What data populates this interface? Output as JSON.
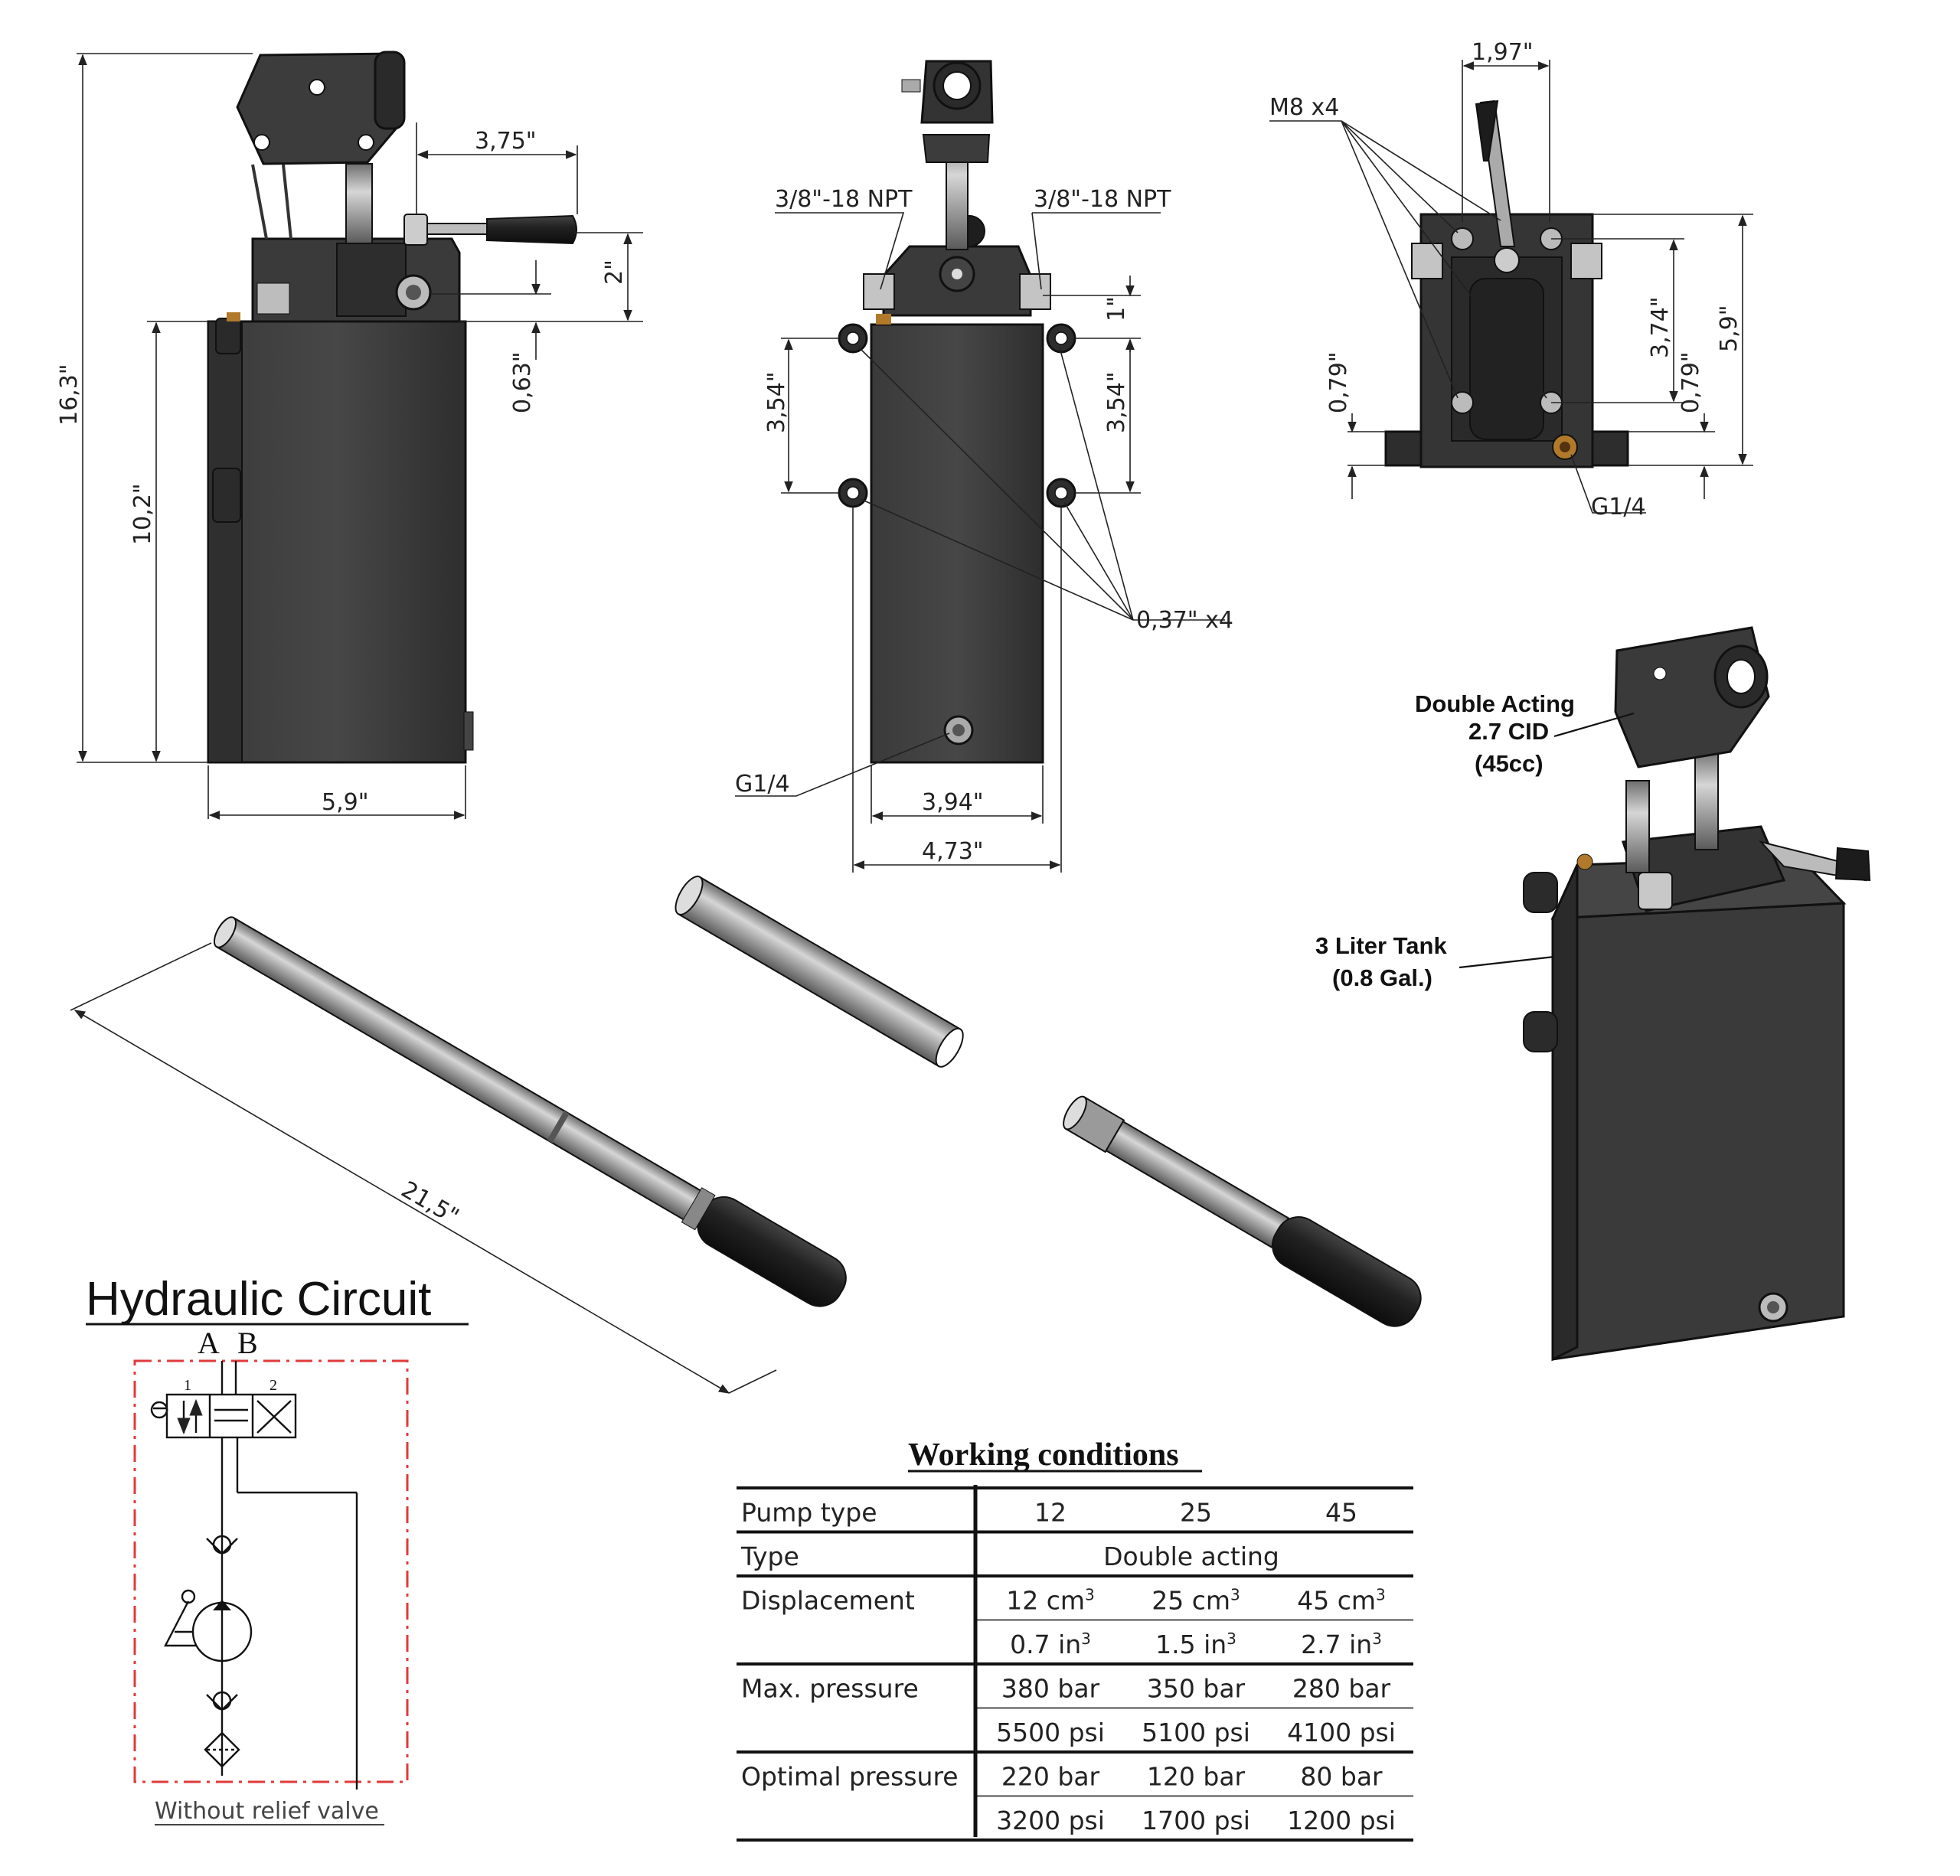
{
  "dimensions": {
    "handle_offset": "3,75\"",
    "lever_height": "2\"",
    "pump_height": "0,63\"",
    "total_height": "16,3\"",
    "tank_height": "10,2\"",
    "side_width": "5,9\"",
    "port_left": "3/8\"-18 NPT",
    "port_right": "3/8\"-18 NPT",
    "top_offset": "1\"",
    "hole_spacing_left": "3,54\"",
    "hole_spacing_right": "3,54\"",
    "mount_holes": "0,37\" x4",
    "drain_front": "G1/4",
    "front_width_inner": "3,94\"",
    "front_width_outer": "4,73\"",
    "top_width": "1,97\"",
    "bolts": "M8 x4",
    "top_depth": "3,74\"",
    "top_total": "5,9\"",
    "base_left": "0,79\"",
    "base_right": "0,79\"",
    "drain_top": "G1/4",
    "handle_length": "21,5\""
  },
  "callouts": {
    "pump_line1": "Double Acting",
    "pump_line2": "2.7 CID",
    "pump_line3": "(45cc)",
    "tank_line1": "3 Liter Tank",
    "tank_line2": "(0.8 Gal.)"
  },
  "circuit": {
    "title": "Hydraulic Circuit",
    "port_a": "A",
    "port_b": "B",
    "pos_1": "1",
    "pos_2": "2",
    "note": "Without relief valve"
  },
  "table": {
    "title": "Working conditions",
    "rows": [
      {
        "label": "Pump type",
        "c1": "12",
        "c2": "25",
        "c3": "45"
      },
      {
        "label": "Type",
        "span": "Double acting"
      },
      {
        "label": "Displacement",
        "c1": "12 cm",
        "c2": "25 cm",
        "c3": "45 cm",
        "sup": "3"
      },
      {
        "label": "",
        "c1": "0.7 in",
        "c2": "1.5 in",
        "c3": "2.7 in",
        "sup": "3"
      },
      {
        "label": "Max. pressure",
        "c1": "380 bar",
        "c2": "350 bar",
        "c3": "280 bar"
      },
      {
        "label": "",
        "c1": "5500 psi",
        "c2": "5100 psi",
        "c3": "4100 psi"
      },
      {
        "label": "Optimal pressure",
        "c1": "220 bar",
        "c2": "120 bar",
        "c3": "80 bar"
      },
      {
        "label": "",
        "c1": "3200 psi",
        "c2": "1700 psi",
        "c3": "1200 psi"
      }
    ]
  },
  "colors": {
    "body": "#3c3c3c",
    "body_edge": "#1a1a1a",
    "metal": "#9a9a9a",
    "grip": "#1e1e1e",
    "dash_frame": "#e03a3a"
  }
}
